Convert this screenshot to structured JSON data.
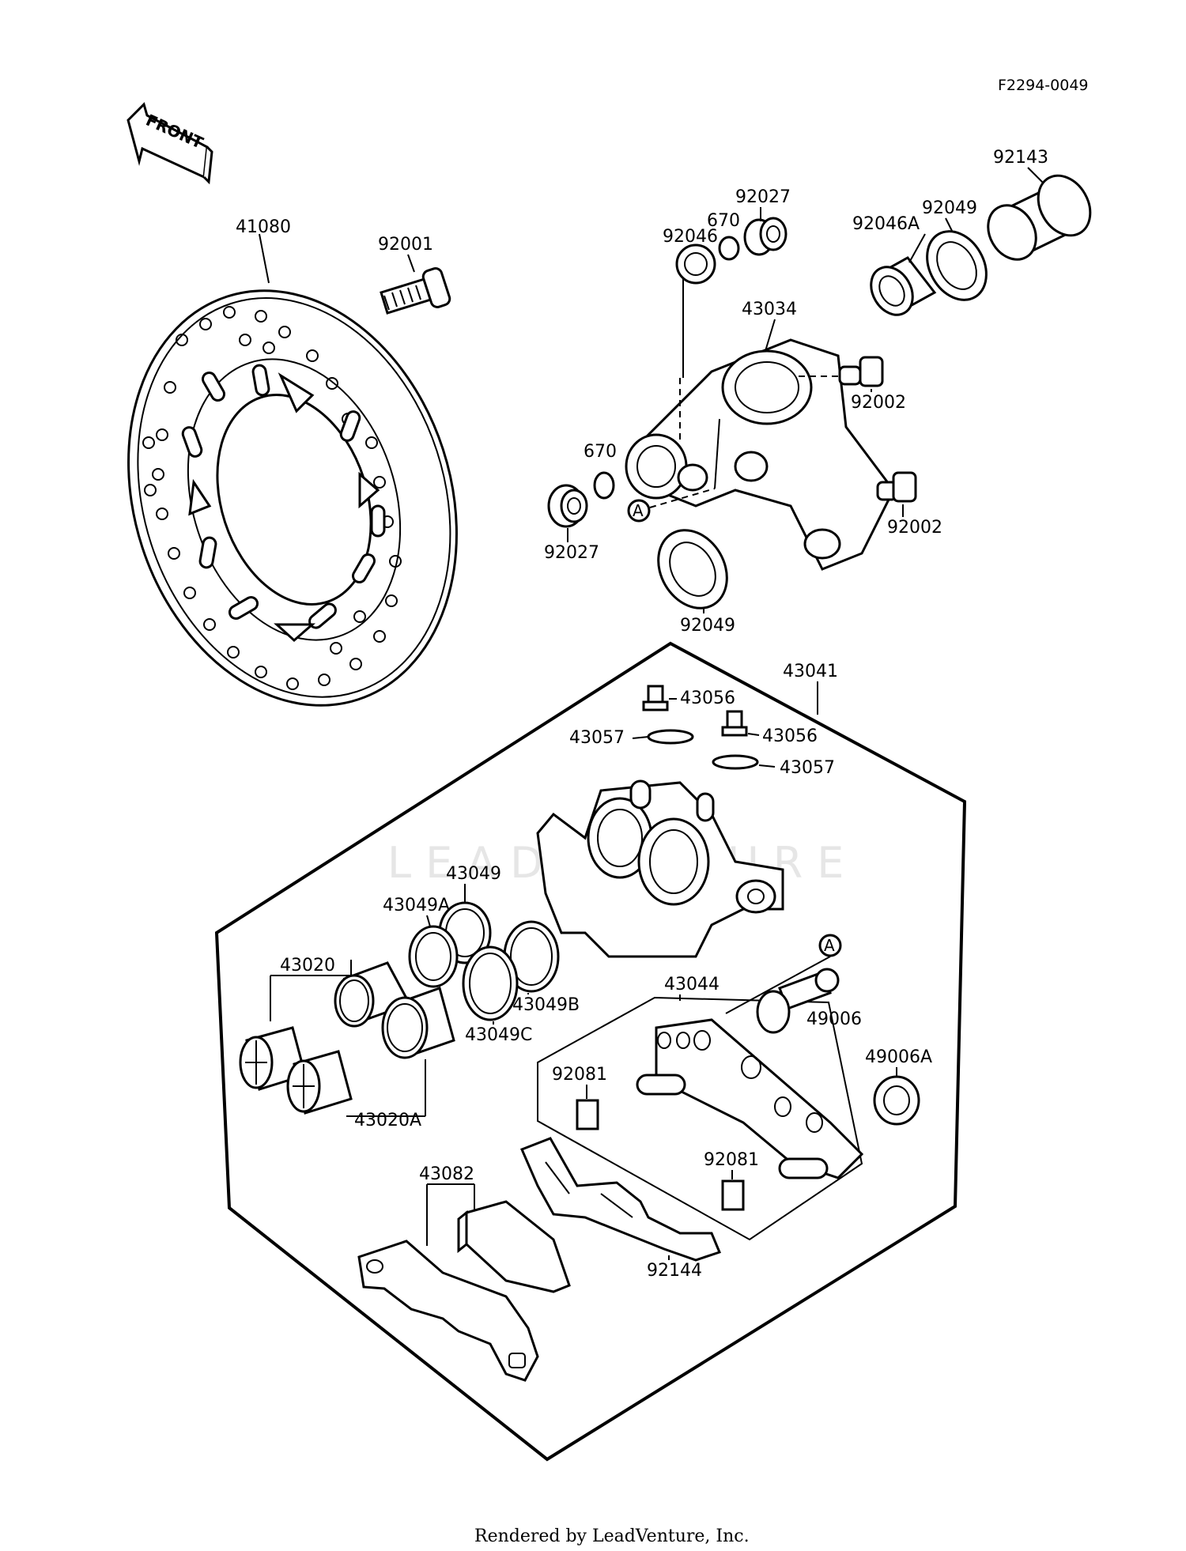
{
  "diagram_code": "F2294-0049",
  "front_label": "FRONT",
  "ref_marker": "A",
  "watermark": "LEADVENTURE",
  "footer": "Rendered by LeadVenture, Inc.",
  "labels": {
    "p41080": "41080",
    "p92001": "92001",
    "p92027_top": "92027",
    "p670_top": "670",
    "p92046": "92046",
    "p43034": "43034",
    "p92143": "92143",
    "p92049_top": "92049",
    "p92046A": "92046A",
    "p92002_top": "92002",
    "p92002_bot": "92002",
    "p670_bot": "670",
    "p92027_bot": "92027",
    "p92049_bot": "92049",
    "p43041": "43041",
    "p43056_a": "43056",
    "p43056_b": "43056",
    "p43057_a": "43057",
    "p43057_b": "43057",
    "p43049": "43049",
    "p43049A": "43049A",
    "p43049B": "43049B",
    "p43049C": "43049C",
    "p43020": "43020",
    "p43020A": "43020A",
    "p43044": "43044",
    "p49006": "49006",
    "p49006A": "49006A",
    "p92081_a": "92081",
    "p92081_b": "92081",
    "p43082": "43082",
    "p92144": "92144"
  }
}
